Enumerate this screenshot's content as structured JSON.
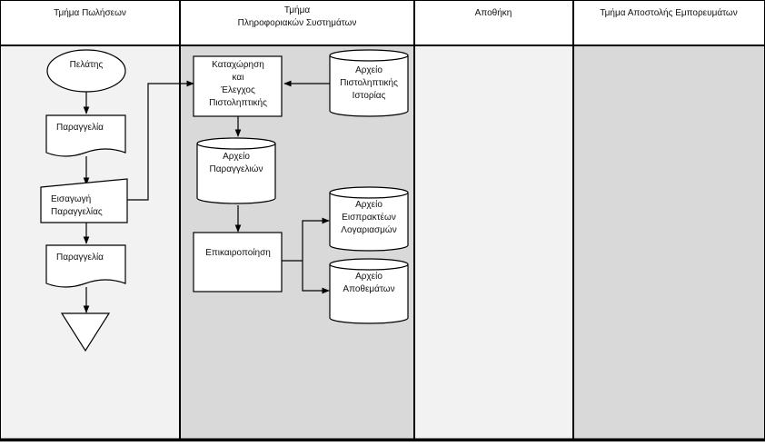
{
  "lanes": [
    {
      "title": [
        "Τμήμα Πωλήσεων"
      ]
    },
    {
      "title": [
        "Τμήμα",
        "Πληροφοριακών Συστημάτων"
      ]
    },
    {
      "title": [
        "Αποθήκη"
      ]
    },
    {
      "title": [
        "Τμήμα Αποστολής Εμπορευμάτων"
      ]
    }
  ],
  "shapes": {
    "customer": [
      "Πελάτης"
    ],
    "order_doc_1": [
      "Παραγγελία"
    ],
    "order_entry": [
      "Εισαγωγή",
      "Παραγγελίας"
    ],
    "order_doc_2": [
      "Παραγγελία"
    ],
    "credit_check": [
      "Καταχώρηση",
      "και",
      "Έλεγχος",
      "Πιστοληπτικής"
    ],
    "credit_history_file": [
      "Αρχείο",
      "Πιστοληπτικής",
      "Ιστορίας"
    ],
    "orders_file": [
      "Αρχείο",
      "Παραγγελιών"
    ],
    "update": [
      "Επικαιροποίηση"
    ],
    "receivables_file": [
      "Αρχείο",
      "Εισπρακτέων",
      "Λογαριασμών"
    ],
    "inventory_file": [
      "Αρχείο",
      "Αποθεμάτων"
    ]
  },
  "colors": {
    "lane_sales_fill": "#f2f2f2",
    "lane_is_fill": "#d9d9d9",
    "lane_warehouse_fill": "#f2f2f2",
    "lane_shipping_fill": "#d9d9d9",
    "header_fill": "#ffffff",
    "stroke": "#000000",
    "shape_fill": "#ffffff"
  }
}
